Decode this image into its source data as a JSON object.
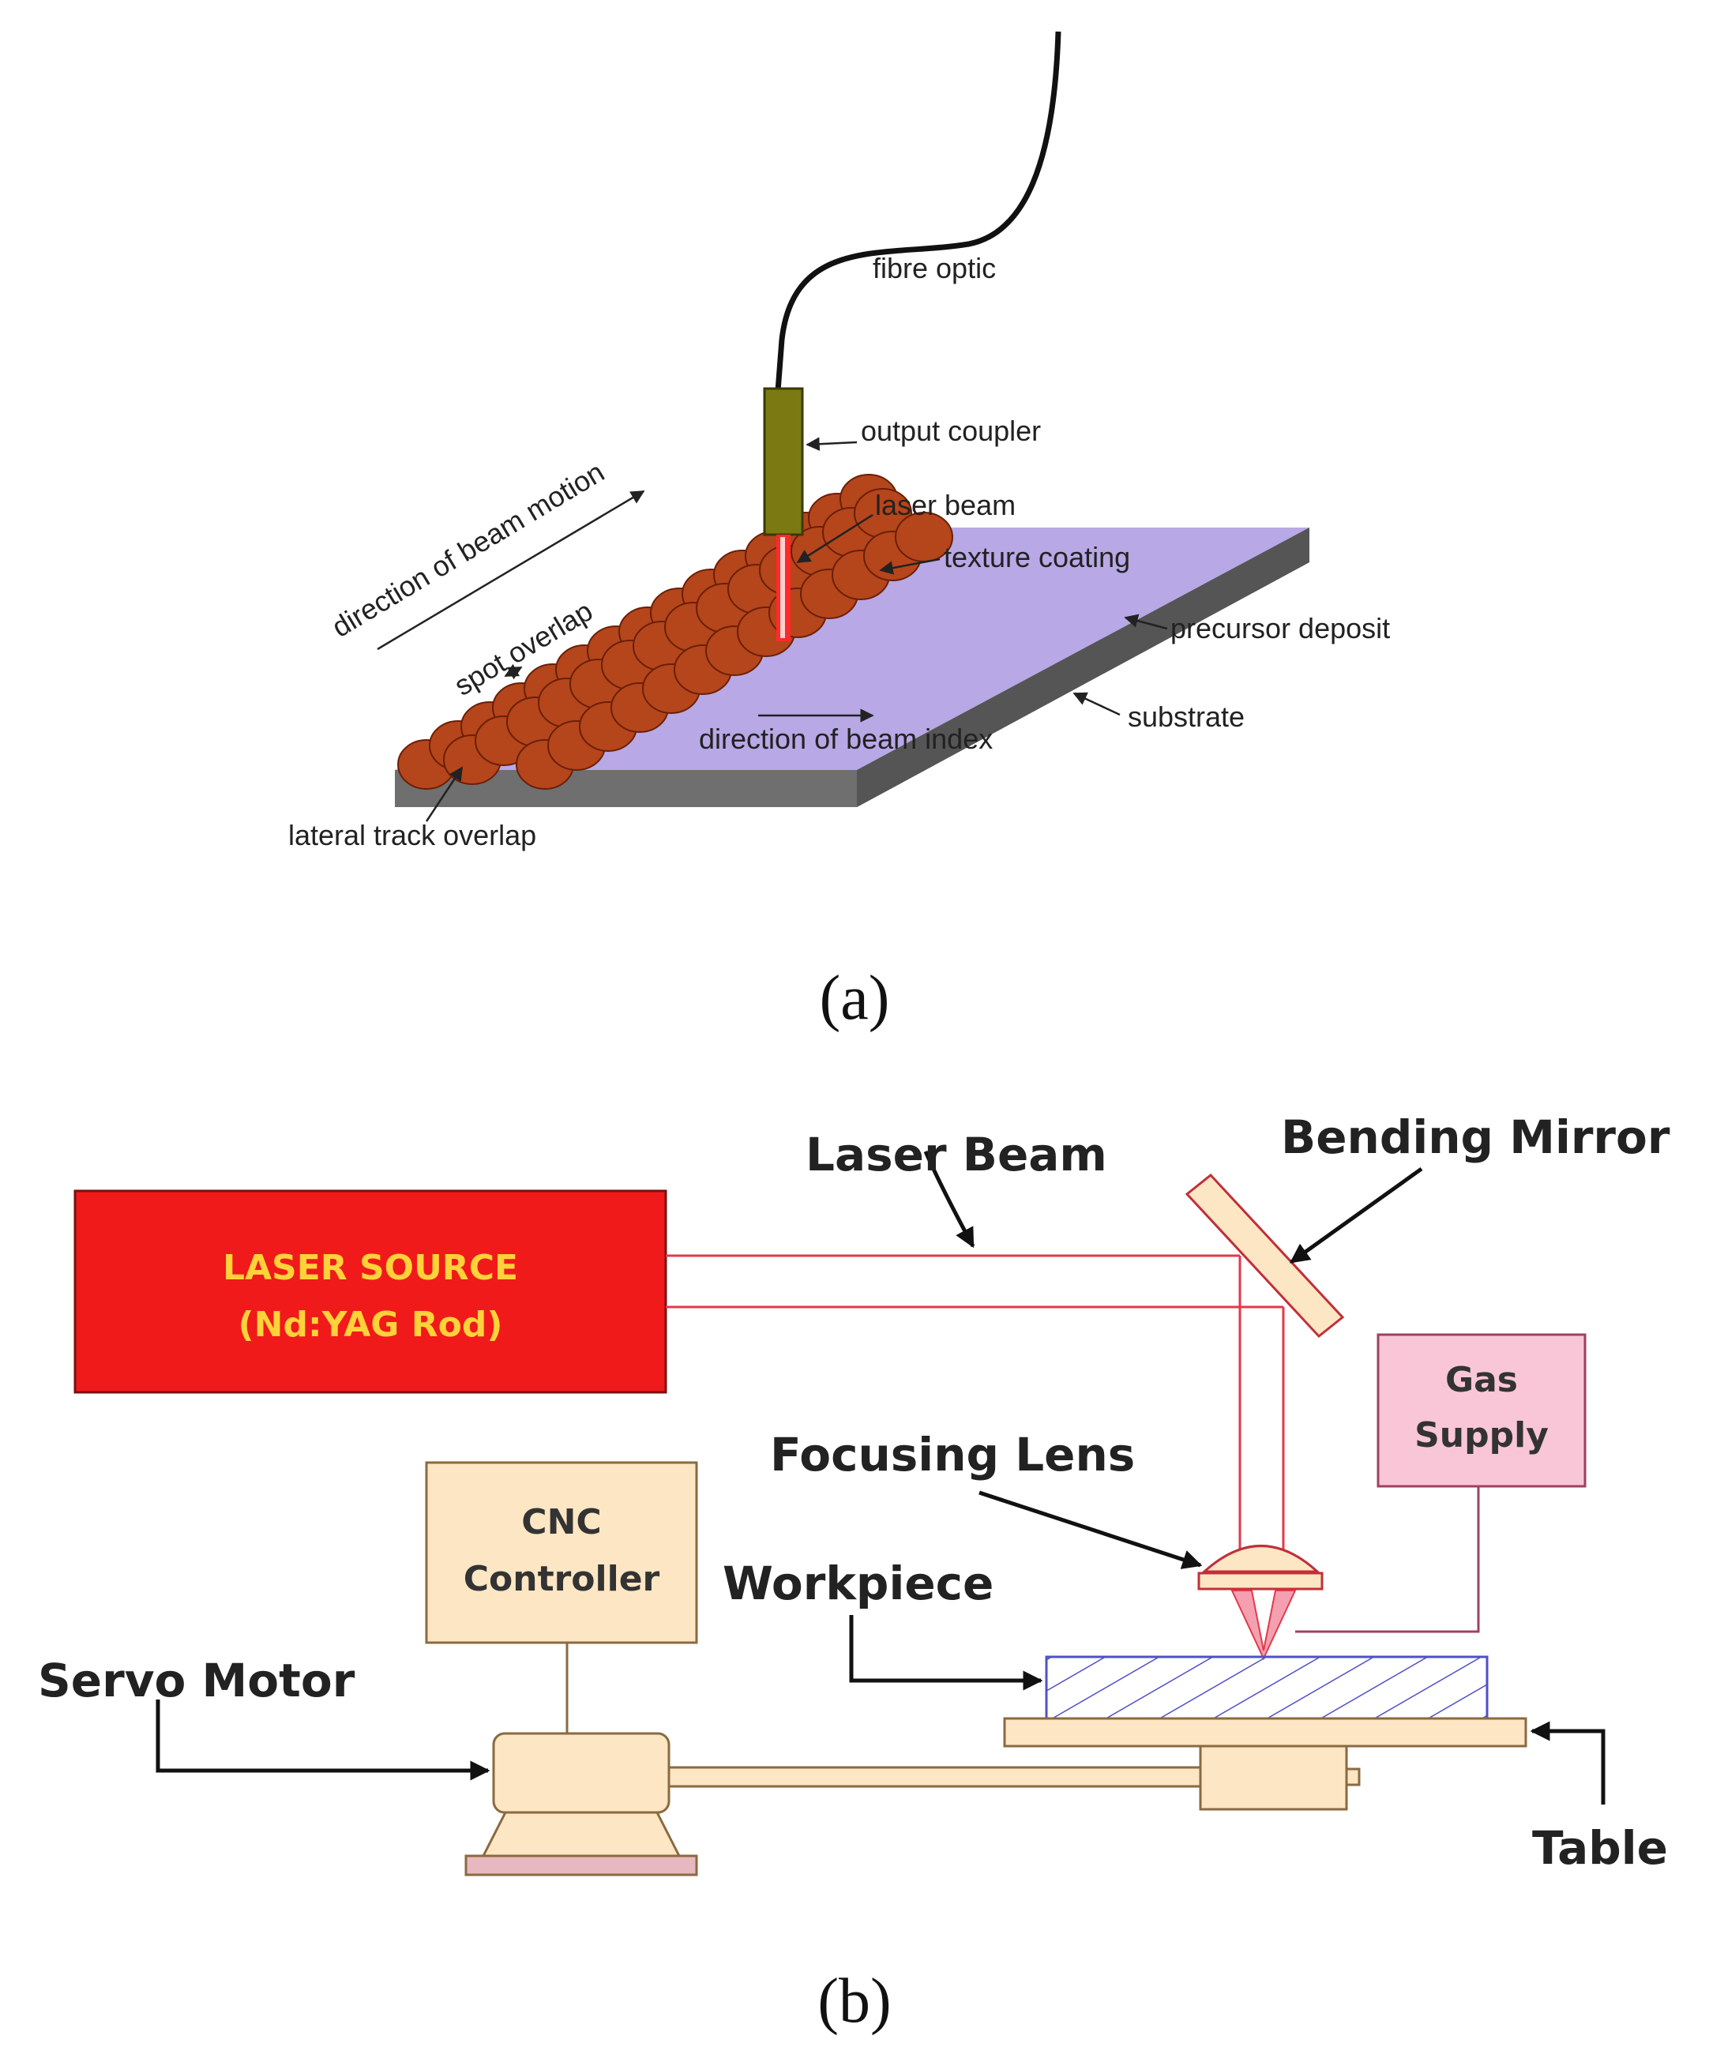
{
  "panel_a": {
    "caption": "(a)",
    "labels": {
      "fibre_optic": "fibre optic",
      "output_coupler": "output coupler",
      "laser_beam": "laser beam",
      "texture_coating": "texture coating",
      "precursor_deposit": "precursor deposit",
      "substrate": "substrate",
      "direction_beam_motion": "direction of beam motion",
      "spot_overlap": "spot overlap",
      "direction_beam_index": "direction of beam index",
      "lateral_track_overlap": "lateral track overlap"
    },
    "colors": {
      "plate_top": "#b8a8e6",
      "plate_side": "#6f6f6f",
      "spots": "#b5451b",
      "coupler": "#7b7a12",
      "beam": "#ff2a2a"
    }
  },
  "panel_b": {
    "caption": "(b)",
    "labels": {
      "laser_beam": "Laser Beam",
      "bending_mirror": "Bending Mirror",
      "gas_supply_line1": "Gas",
      "gas_supply_line2": "Supply",
      "focusing_lens": "Focusing Lens",
      "cnc_line1": "CNC",
      "cnc_line2": "Controller",
      "workpiece": "Workpiece",
      "servo_motor": "Servo Motor",
      "table": "Table",
      "laser_source_line1": "LASER SOURCE",
      "laser_source_line2": "(Nd:YAG Rod)"
    },
    "colors": {
      "laser_source": "#f01a1a",
      "laser_text": "#ffd23a",
      "beam": "#e23a4a",
      "box_fill": "#fde6c4",
      "gas_fill": "#f9c6d8",
      "workpiece_hatch": "#5050c8"
    }
  }
}
